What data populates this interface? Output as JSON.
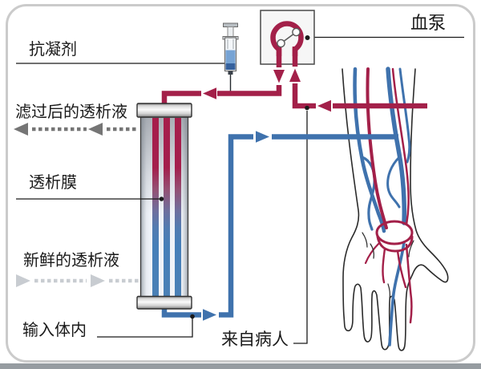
{
  "diagram": {
    "labels": {
      "anticoagulant": "抗凝剂",
      "filtered_dialysate": "滤过后的透析液",
      "dialysis_membrane": "透析膜",
      "fresh_dialysate": "新鲜的透析液",
      "into_body": "输入体内",
      "from_patient": "来自病人",
      "blood_pump": "血泵"
    },
    "colors": {
      "blood_line": "#a32049",
      "return_line": "#3f72ad",
      "filtered_arrow": "#757575",
      "fresh_arrow": "#c8ccd1",
      "outline": "#2b2b2b",
      "leader": "#1a1a1a",
      "text": "#1a1a1a",
      "frame_border": "#cbcbcb",
      "bottom_bar": "#969ca1",
      "pump_box_fill": "#f6f6f6",
      "pump_box_border": "#4a4a4a"
    },
    "icons": [
      "syringe-icon",
      "blood-pump-icon",
      "dialyzer-icon",
      "arm-illustration",
      "dashed-arrow-left-icon",
      "dashed-arrow-right-icon"
    ]
  }
}
